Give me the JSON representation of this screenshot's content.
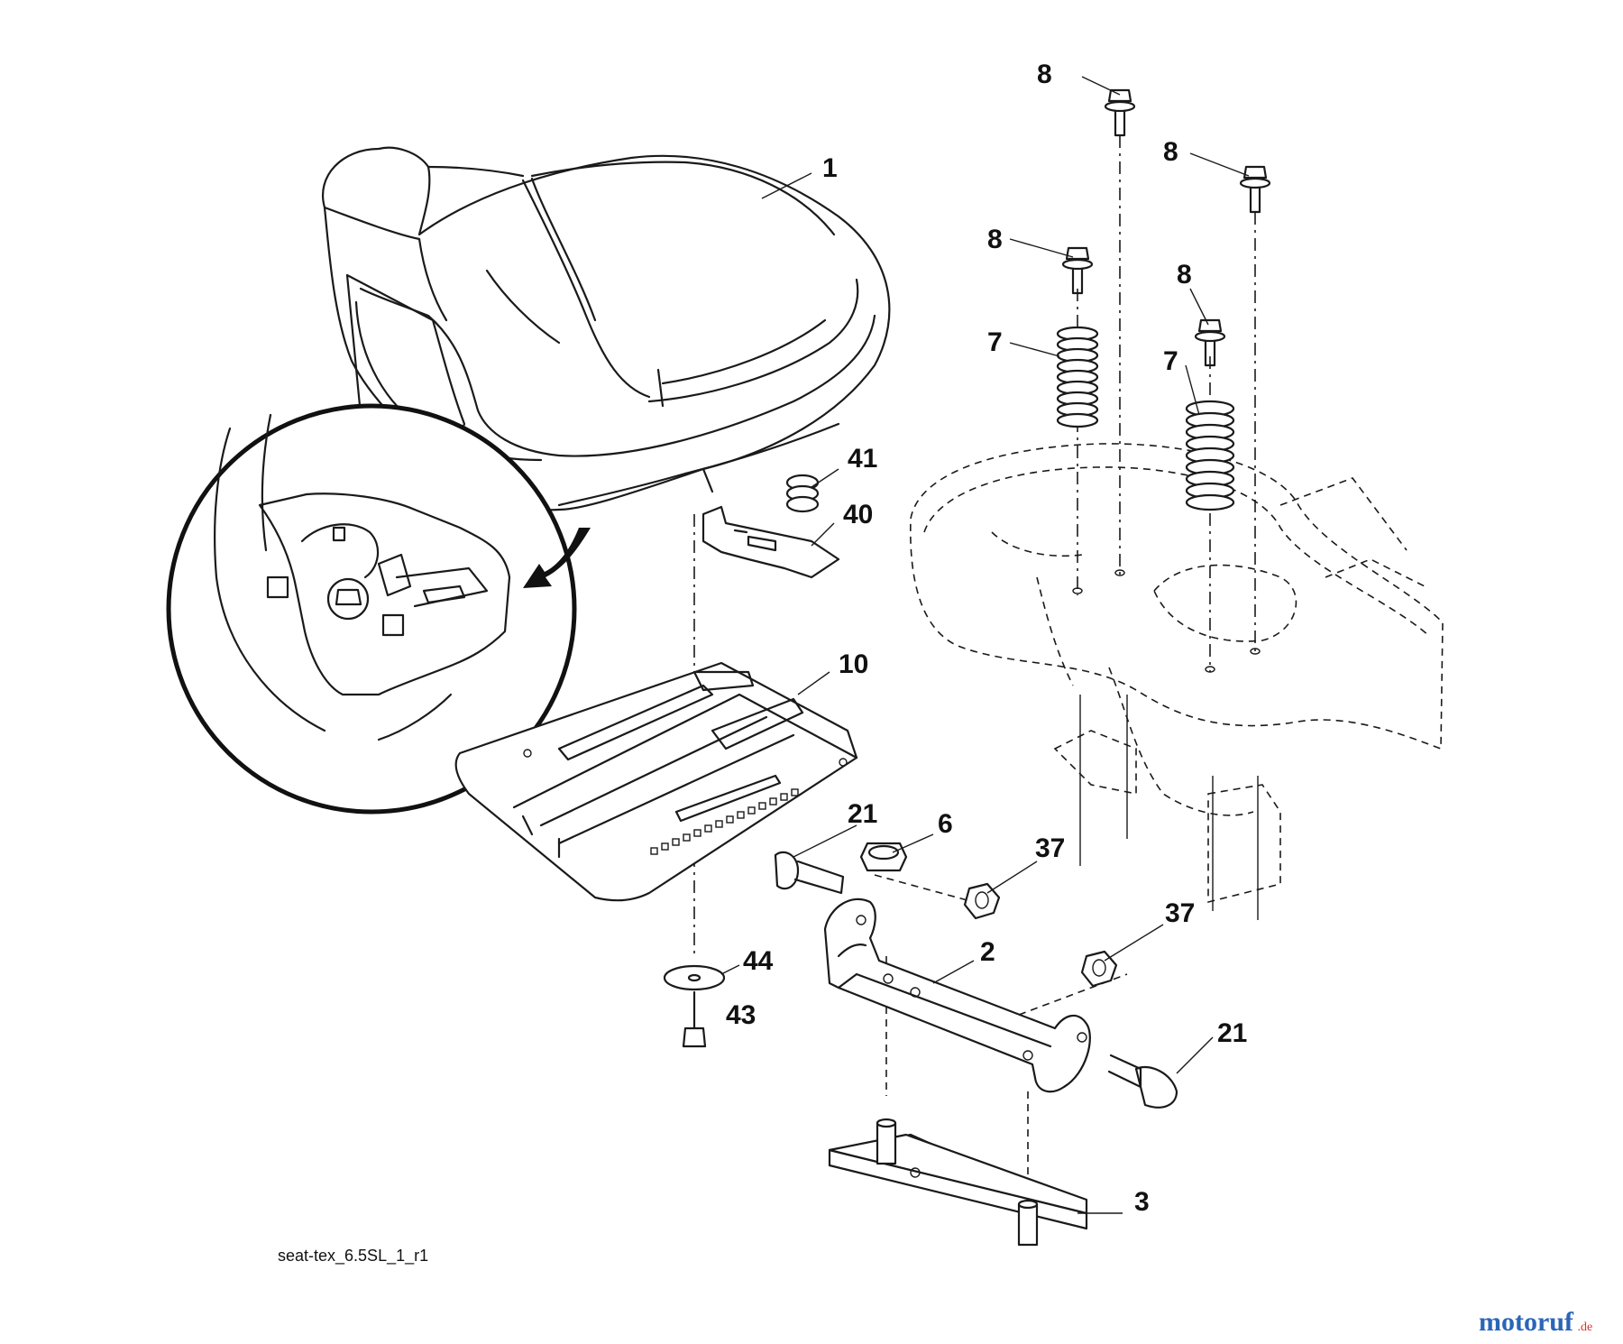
{
  "callouts": {
    "c1": "1",
    "c2": "2",
    "c3": "3",
    "c6": "6",
    "c7a": "7",
    "c7b": "7",
    "c8a": "8",
    "c8b": "8",
    "c8c": "8",
    "c8d": "8",
    "c10": "10",
    "c21a": "21",
    "c21b": "21",
    "c37a": "37",
    "c37b": "37",
    "c40": "40",
    "c41": "41",
    "c43": "43",
    "c44": "44"
  },
  "drawing_ref": "seat-tex_6.5SL_1_r1",
  "watermark": {
    "name": "motoruf",
    "suffix": ".de",
    "colors": [
      "#2a66b8",
      "#d8342a",
      "#f0a020",
      "#2a9a3a"
    ]
  }
}
